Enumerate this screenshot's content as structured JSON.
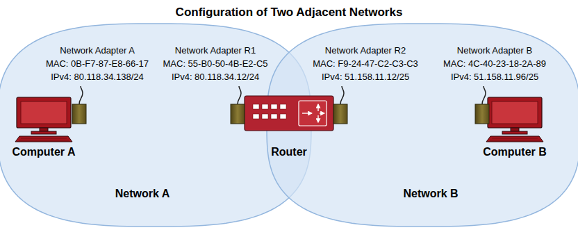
{
  "diagram": {
    "title": "Configuration of Two Adjacent Networks",
    "nodes": [
      {
        "text": [
          "Network A"
        ]
      },
      {
        "text": [
          "Network B"
        ]
      },
      {
        "text": [
          "Computer A"
        ],
        "in": 0
      },
      {
        "text": [
          "Router"
        ]
      },
      {
        "text": [
          "Computer B"
        ],
        "in": 1
      }
    ],
    "labels": [
      "Network Adapter A",
      "MAC: 0B-F7-87-E8-66-17",
      "IPv4: 80.118.34.138/24",
      "Network Adapter R1",
      "MAC: 55-B0-50-4B-E2-C5",
      "IPv4: 80.118.34.12/24",
      "Network Adapter R2",
      "MAC: F9-24-47-C2-C3-C3",
      "IPv4: 51.158.11.12/25",
      "Network Adapter B",
      "MAC: 4C-40-23-18-2A-89",
      "IPv4: 51.158.11.96/25"
    ]
  }
}
